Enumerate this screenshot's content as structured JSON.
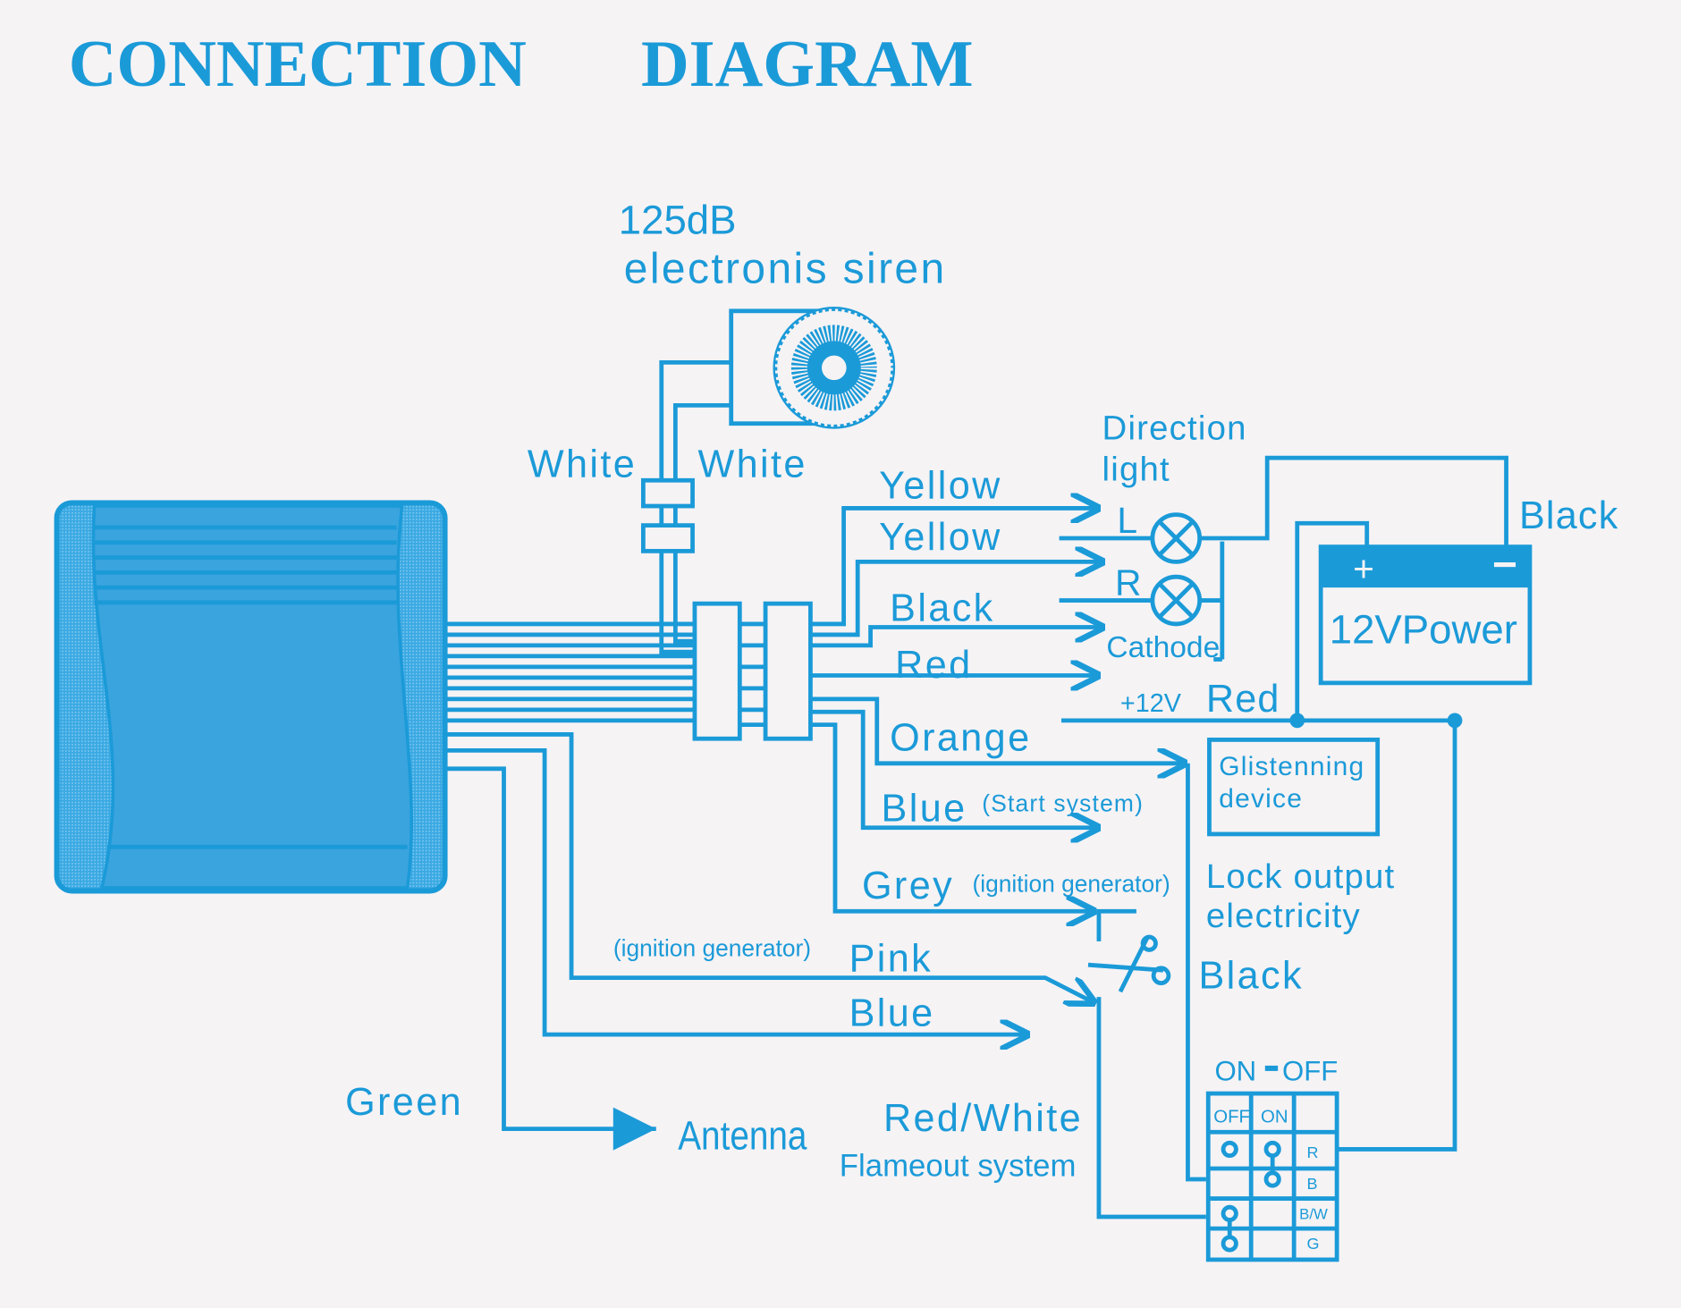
{
  "title": {
    "left": "CONNECTION",
    "right": "DIAGRAM"
  },
  "siren": {
    "line1": "125dB",
    "line2": "electronis siren"
  },
  "labels": {
    "white_left": "White",
    "white_right": "White",
    "yellow1": "Yellow",
    "yellow2": "Yellow",
    "black": "Black",
    "red": "Red",
    "orange": "Orange",
    "blue_start": "Blue",
    "start_system": "(Start system)",
    "grey": "Grey",
    "grey_note": "(ignition generator)",
    "pink_note": "(ignition generator)",
    "pink": "Pink",
    "blue": "Blue",
    "green": "Green",
    "antenna": "Antenna",
    "red_white": "Red/White",
    "flameout": "Flameout  system",
    "direction1": "Direction",
    "direction2": "light",
    "lamp_l": "L",
    "lamp_r": "R",
    "cathode": "Cathode",
    "plus12v": "+12V",
    "red12": "Red",
    "black_batt": "Black",
    "glisten1": "Glistenning",
    "glisten2": "device",
    "lock1": "Lock output",
    "lock2": "electricity",
    "black_lock": "Black"
  },
  "battery": {
    "plus": "+",
    "minus": "−",
    "label": "12VPower"
  },
  "switch": {
    "title_on": "ON",
    "title_off": "OFF",
    "col_off": "OFF",
    "col_on": "ON",
    "rows": [
      "R",
      "B",
      "B/W",
      "G"
    ]
  },
  "colors": {
    "ink": "#1b9ad8",
    "paper": "#f6f3f5",
    "unit_fill": "#4fb3e6"
  }
}
